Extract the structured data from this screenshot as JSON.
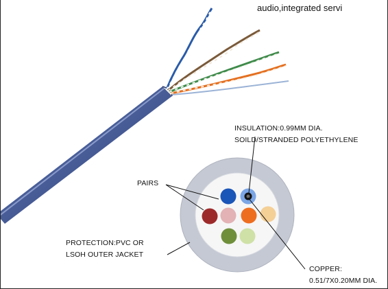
{
  "header_text": "audio,integrated servi",
  "labels": {
    "insulation_line1": "INSULATION:0.99MM DIA.",
    "insulation_line2": "SOILD/STRANDED POLYETHYLENE",
    "pairs": "PAIRS",
    "protection_line1": "PROTECTION:PVC OR",
    "protection_line2": "LSOH OUTER JACKET",
    "copper_line1": "COPPER:",
    "copper_line2": "0.51/7X0.20MM DIA."
  },
  "colors": {
    "jacket": "#4a5f9a",
    "outer_ring": "#c5c9d3",
    "inner_core": "#f6f6f6",
    "conductor_blue": "#1a55b8",
    "conductor_blue_light": "#7ba6e6",
    "conductor_red": "#9d2a2a",
    "conductor_pink": "#e2b2b4",
    "conductor_orange": "#ee6e1f",
    "conductor_orange_light": "#f4cf96",
    "conductor_green": "#6f8f3b",
    "conductor_green_light": "#cfe1a6"
  }
}
